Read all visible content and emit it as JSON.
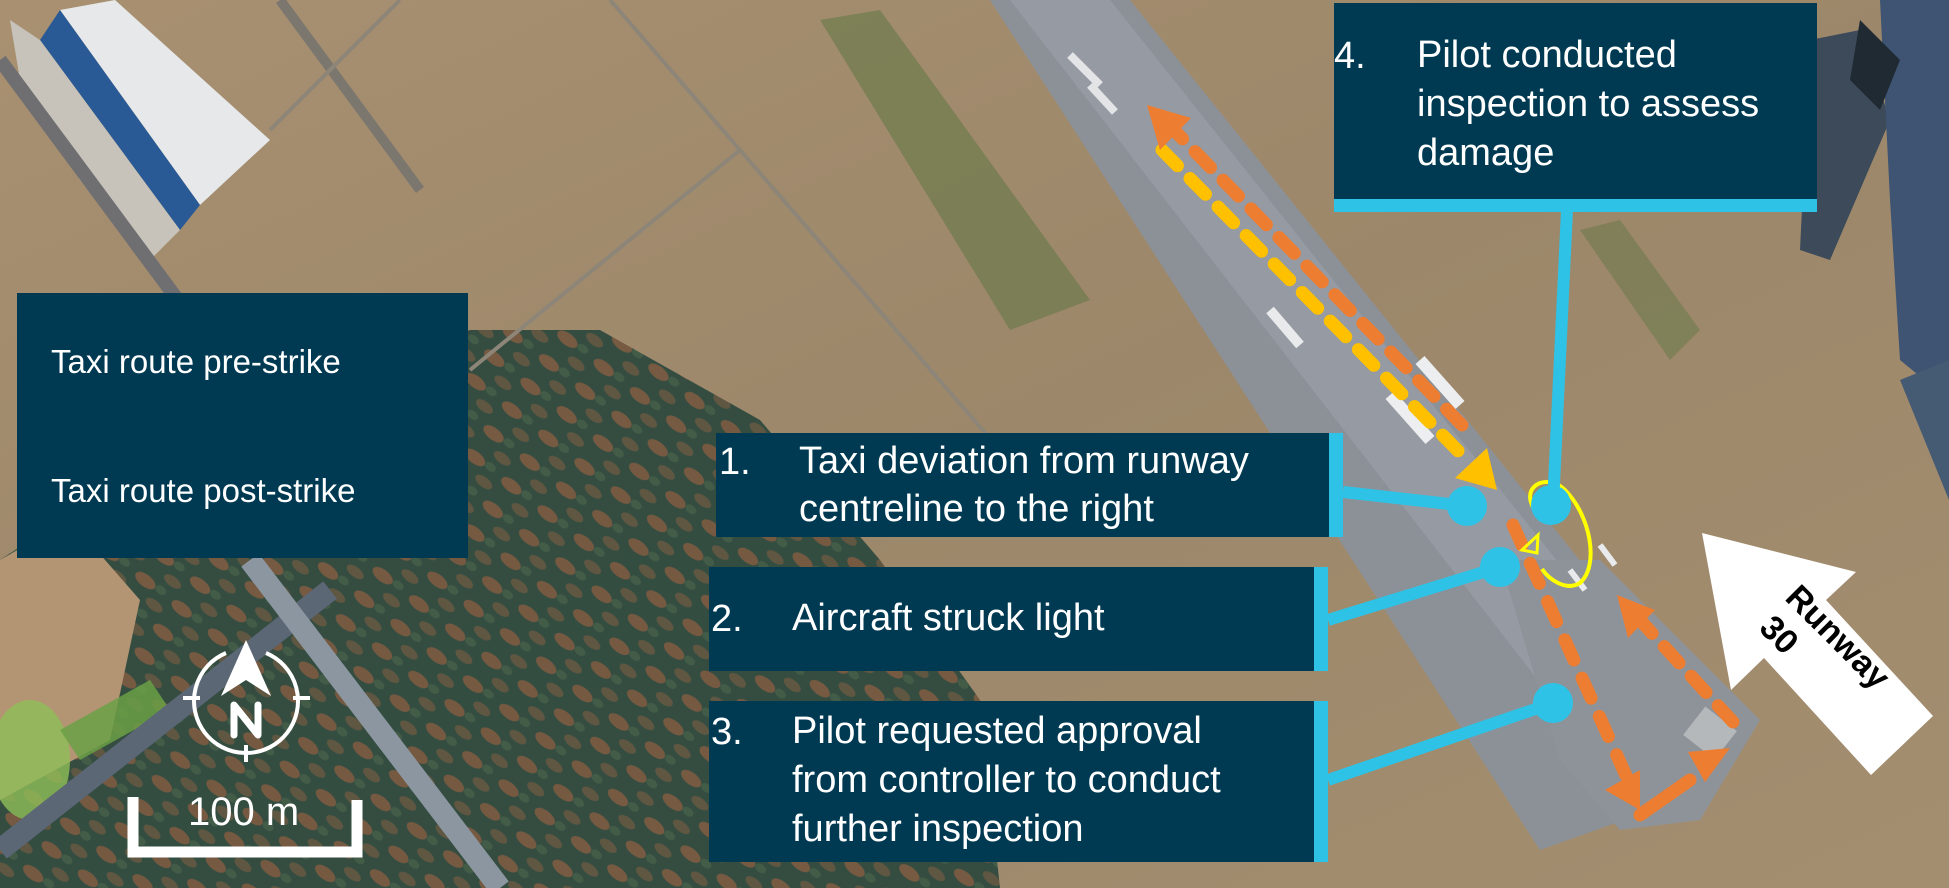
{
  "legend": {
    "items": [
      {
        "label": "Taxi route pre-strike",
        "color": "#ffc000",
        "icon": "dashed-arrow-left"
      },
      {
        "label": "Taxi route post-strike",
        "color": "#ed7d31",
        "icon": "dashed-arrow-left"
      }
    ]
  },
  "callouts": [
    {
      "number": "1.",
      "lines": [
        "Taxi deviation from runway",
        "centreline to the right"
      ]
    },
    {
      "number": "2.",
      "lines": [
        "Aircraft struck light"
      ]
    },
    {
      "number": "3.",
      "lines": [
        "Pilot requested approval",
        "from controller to conduct",
        "further inspection"
      ]
    },
    {
      "number": "4.",
      "lines": [
        "Pilot conducted",
        "inspection to assess",
        "damage"
      ]
    }
  ],
  "runway_label": {
    "line1": "Runway",
    "line2": "30"
  },
  "compass": {
    "letter": "N",
    "icon": "north-arrow-icon"
  },
  "scale_bar": {
    "label": "100 m"
  },
  "colors": {
    "callout_bg": "#003a52",
    "connector": "#2ec3e6",
    "pre_strike": "#ffc000",
    "post_strike": "#ed7d31",
    "strike_ellipse": "#ffff00",
    "runway_arrow": "#ffffff"
  }
}
